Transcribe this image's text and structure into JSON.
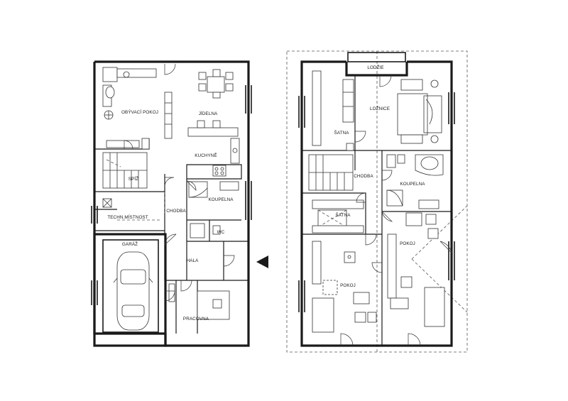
{
  "ground_floor": {
    "rooms": {
      "living": "OBÝVACÍ POKOJ",
      "dining": "JÍDELNA",
      "kitchen": "KUCHYNĚ",
      "pantry": "SPÍŽ",
      "bathroom": "KOUPELNA",
      "corridor": "CHODBA",
      "tech_room": "TECHN.MÍSTNOST",
      "wc": "WC",
      "garage": "GARÁŽ",
      "hall": "HALA",
      "study": "PRACOVNA"
    }
  },
  "upper_floor": {
    "rooms": {
      "loggia": "LODŽIE",
      "bedroom": "LOŽNICE",
      "wardrobe_1": "ŠATNA",
      "corridor": "CHODBA",
      "bathroom": "KOUPELNA",
      "wardrobe_2": "ŠATNA",
      "room_right": "POKOJ",
      "room_left": "POKOJ"
    }
  },
  "colors": {
    "line": "#1a1a1a",
    "background": "#ffffff"
  },
  "icons": {
    "entrance": "triangle-arrow-left-icon"
  }
}
